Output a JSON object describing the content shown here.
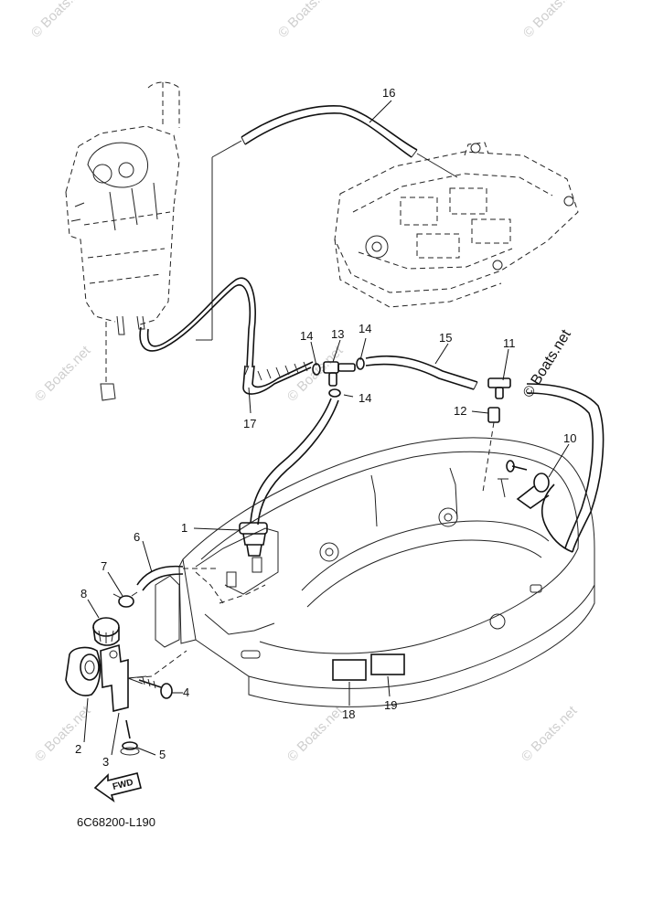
{
  "watermark": "© Boats.net",
  "diagram_code": "6C68200-L190",
  "fwd_label": "FWD",
  "callouts": [
    {
      "id": "c1",
      "label": "1"
    },
    {
      "id": "c2",
      "label": "2"
    },
    {
      "id": "c3",
      "label": "3"
    },
    {
      "id": "c4",
      "label": "4"
    },
    {
      "id": "c5",
      "label": "5"
    },
    {
      "id": "c6",
      "label": "6"
    },
    {
      "id": "c7",
      "label": "7"
    },
    {
      "id": "c8",
      "label": "8"
    },
    {
      "id": "c10",
      "label": "10"
    },
    {
      "id": "c11",
      "label": "11"
    },
    {
      "id": "c12",
      "label": "12"
    },
    {
      "id": "c13",
      "label": "13"
    },
    {
      "id": "c14a",
      "label": "14"
    },
    {
      "id": "c14b",
      "label": "14"
    },
    {
      "id": "c14c",
      "label": "14"
    },
    {
      "id": "c15",
      "label": "15"
    },
    {
      "id": "c16",
      "label": "16"
    },
    {
      "id": "c17",
      "label": "17"
    },
    {
      "id": "c18",
      "label": "18"
    },
    {
      "id": "c19",
      "label": "19"
    }
  ]
}
